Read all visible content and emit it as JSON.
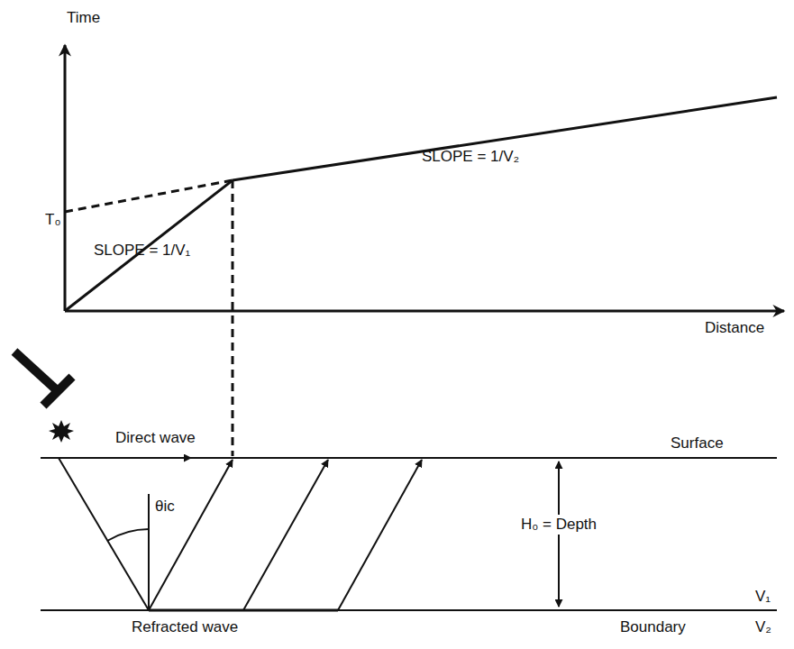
{
  "diagram": {
    "labels": [
      "Time",
      "Distance",
      "T₀",
      "SLOPE = 1/V₂",
      "SLOPE = 1/V₁",
      "Direct wave",
      "Surface",
      "θic",
      "H₀ = Depth",
      "V₁",
      "Refracted wave",
      "Boundary",
      "V₂"
    ]
  }
}
